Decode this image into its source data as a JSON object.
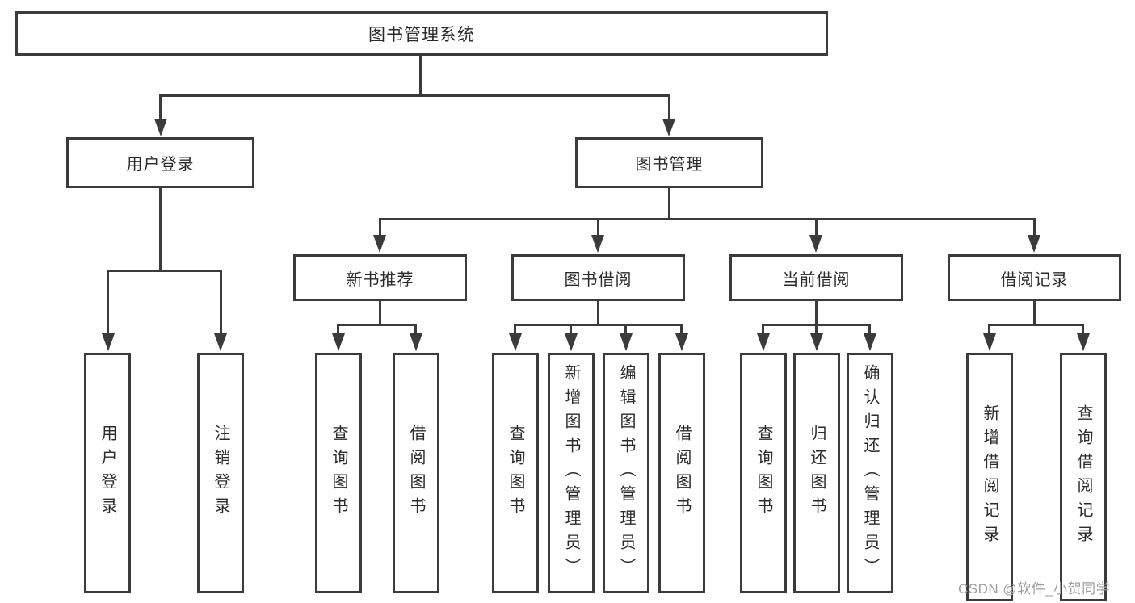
{
  "tree": {
    "root": {
      "label": "图书管理系统"
    },
    "branches": [
      {
        "label": "用户登录",
        "children": [
          {
            "label": "用户登录"
          },
          {
            "label": "注销登录"
          }
        ]
      },
      {
        "label": "图书管理",
        "children": [
          {
            "label": "新书推荐",
            "children": [
              {
                "label": "查询图书"
              },
              {
                "label": "借阅图书"
              }
            ]
          },
          {
            "label": "图书借阅",
            "children": [
              {
                "label": "查询图书"
              },
              {
                "label": "新增图书（管理员）"
              },
              {
                "label": "编辑图书（管理员）"
              },
              {
                "label": "借阅图书"
              }
            ]
          },
          {
            "label": "当前借阅",
            "children": [
              {
                "label": "查询图书"
              },
              {
                "label": "归还图书"
              },
              {
                "label": "确认归还（管理员）"
              }
            ]
          },
          {
            "label": "借阅记录",
            "children": [
              {
                "label": "新增借阅记录"
              },
              {
                "label": "查询借阅记录"
              }
            ]
          }
        ]
      }
    ]
  },
  "watermark": {
    "text": "CSDN @软件_小贺同学"
  },
  "colors": {
    "line": "#3b3b3b",
    "text": "#2b2b2b",
    "watermark": "#9e9e9e",
    "background": "#ffffff"
  }
}
